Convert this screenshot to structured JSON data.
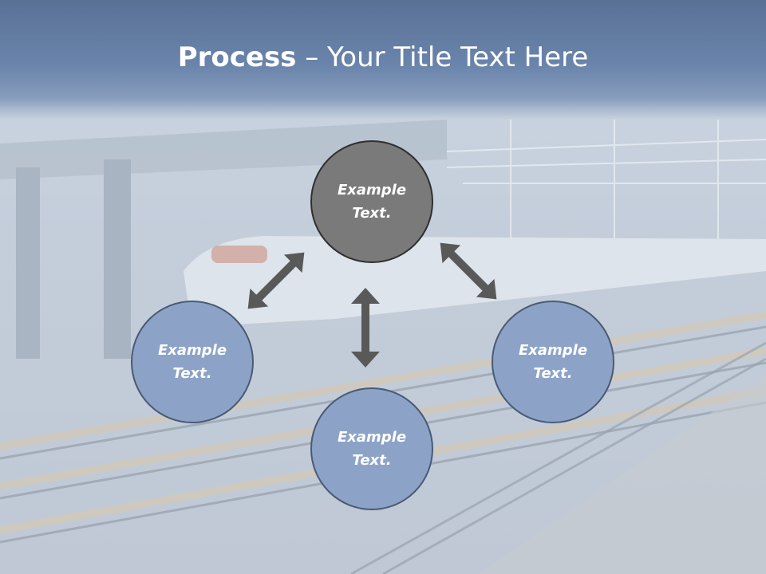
{
  "title": {
    "bold": "Process",
    "rest": " – Your Title Text Here"
  },
  "nodes": {
    "top": "Example\nText.",
    "left": "Example\nText.",
    "bottom": "Example\nText.",
    "right": "Example\nText."
  },
  "colors": {
    "header": "#5a7196",
    "top_node": "#7a7a7a",
    "blue_node": "#8ca3c7",
    "arrow": "#595959"
  }
}
